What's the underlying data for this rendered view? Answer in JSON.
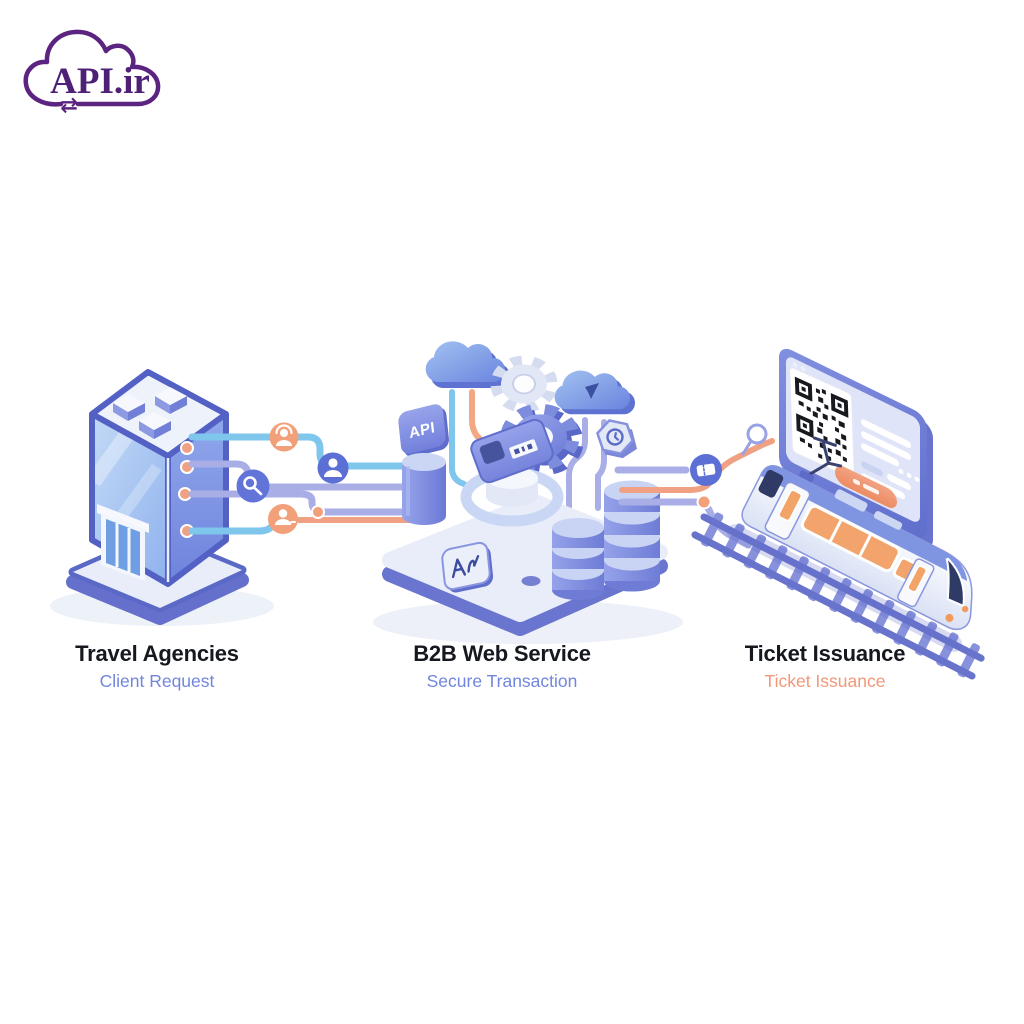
{
  "logo": {
    "text": "API.ir",
    "icon": "cloud-sync-logo",
    "color": "#5B2480"
  },
  "sections": [
    {
      "id": "travel-agencies",
      "title": "Travel Agencies",
      "subtitle": "Client Request",
      "subtitle_color": "#7186DC",
      "illustration": "isometric-office-building-with-request-lines",
      "icons": [
        "support-agent-icon",
        "user-icon",
        "search-icon",
        "user-group-icon"
      ]
    },
    {
      "id": "b2b-web-service",
      "title": "B2B Web Service",
      "subtitle": "Secure Transaction",
      "subtitle_color": "#7186DC",
      "badge_label": "API",
      "illustration": "isometric-platform-with-clouds-gears-databases",
      "icons": [
        "cloud-icon",
        "cloud-sync-icon",
        "gear-icon",
        "api-badge",
        "database-icon",
        "card-terminal-icon",
        "signature-badge-icon",
        "clock-badge-icon"
      ]
    },
    {
      "id": "ticket-issuance",
      "title": "Ticket Issuance",
      "subtitle": "Ticket Issuance",
      "subtitle_color": "#F29878",
      "illustration": "browser-window-with-qr-code-and-train",
      "icons": [
        "qr-code-icon",
        "magnifier-outline-icon",
        "ticket-icon",
        "train-icon",
        "railway-track-icon"
      ]
    }
  ],
  "colors": {
    "background": "#FFFFFF",
    "title_text": "#15181F",
    "line_light_blue": "#7FC6EC",
    "line_periwinkle": "#A9AFE6",
    "line_orange": "#F2A079",
    "badge_blue": "#5C6FD4",
    "badge_orange": "#F2A079",
    "platform_top": "#E9EDF9",
    "platform_side": "#7480D4",
    "monitor_frame": "#6D7CD4",
    "button_orange": "#EE9470",
    "train_window_orange": "#F2A46C",
    "rail_blue": "#6873CC"
  }
}
